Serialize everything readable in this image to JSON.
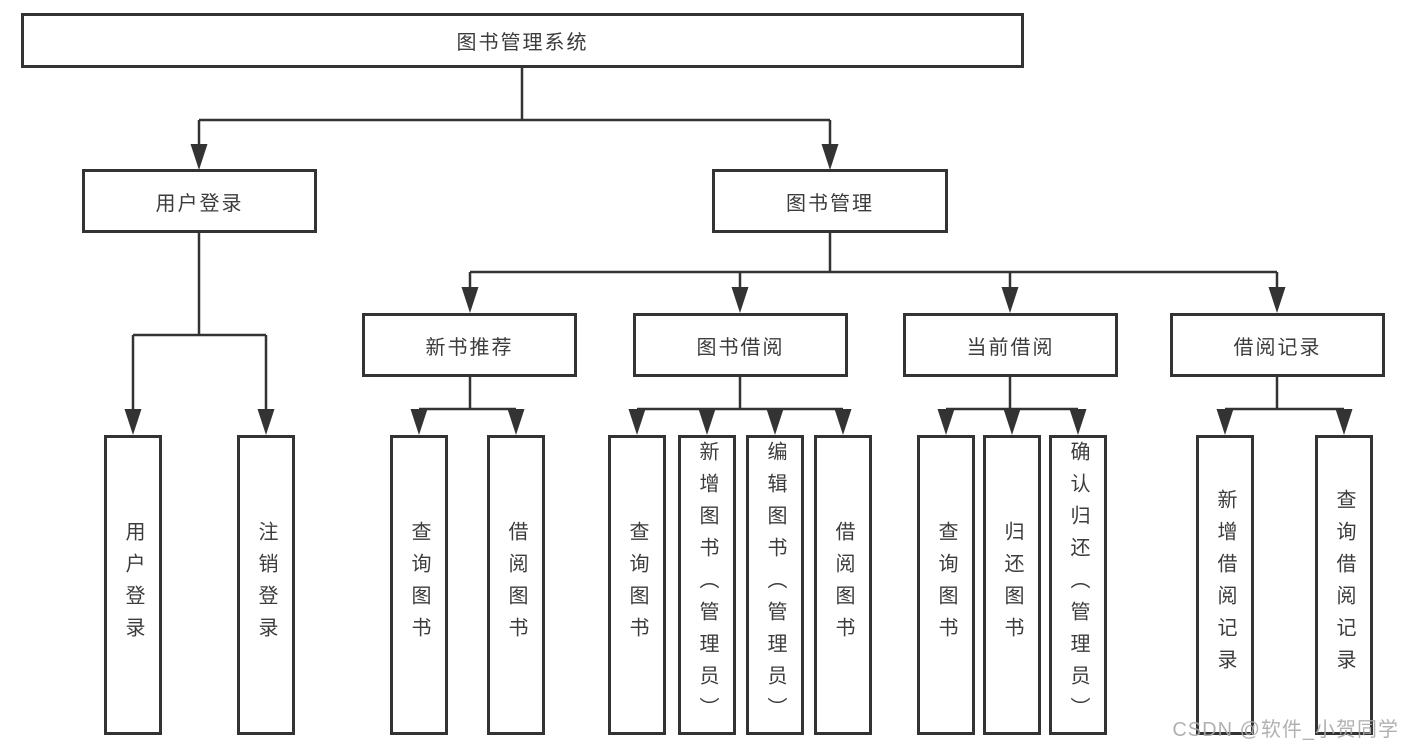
{
  "root": {
    "label": "图书管理系统"
  },
  "level2": {
    "user_login": {
      "label": "用户登录"
    },
    "book_mgmt": {
      "label": "图书管理"
    }
  },
  "level3": {
    "new_books": {
      "label": "新书推荐"
    },
    "borrowing": {
      "label": "图书借阅"
    },
    "current": {
      "label": "当前借阅"
    },
    "records": {
      "label": "借阅记录"
    }
  },
  "leaves": {
    "ul_login": {
      "label": "用户登录"
    },
    "ul_logout": {
      "label": "注销登录"
    },
    "nb_query": {
      "label": "查询图书"
    },
    "nb_borrow": {
      "label": "借阅图书"
    },
    "bw_query": {
      "label": "查询图书"
    },
    "bw_add": {
      "label": "新增图书（管理员）"
    },
    "bw_edit": {
      "label": "编辑图书（管理员）"
    },
    "bw_borrow": {
      "label": "借阅图书"
    },
    "cu_query": {
      "label": "查询图书"
    },
    "cu_return": {
      "label": "归还图书"
    },
    "cu_confirm": {
      "label": "确认归还（管理员）"
    },
    "rc_add": {
      "label": "新增借阅记录"
    },
    "rc_query": {
      "label": "查询借阅记录"
    }
  },
  "watermark": "CSDN @软件_小贺同学",
  "colors": {
    "line": "#333333",
    "box_border": "#333333",
    "text": "#3c3c3c",
    "watermark": "#a9a9a9",
    "background": "#ffffff"
  }
}
